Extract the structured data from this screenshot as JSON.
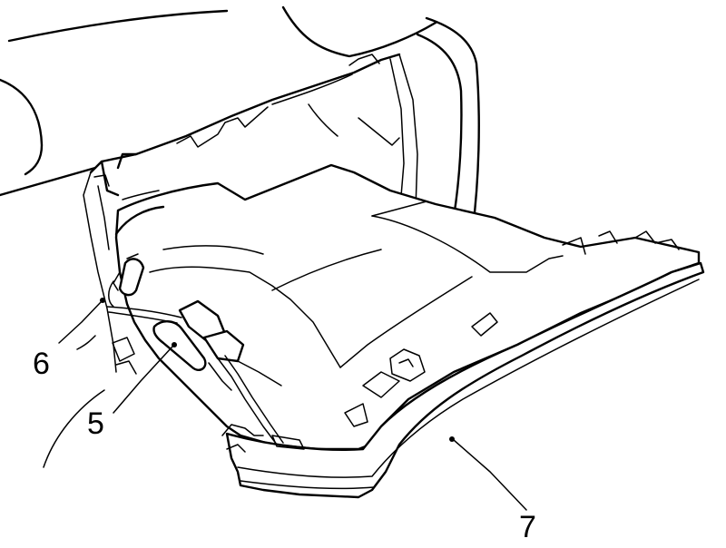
{
  "callouts": [
    {
      "id": "6",
      "label": "6"
    },
    {
      "id": "5",
      "label": "5"
    },
    {
      "id": "7",
      "label": "7"
    }
  ]
}
